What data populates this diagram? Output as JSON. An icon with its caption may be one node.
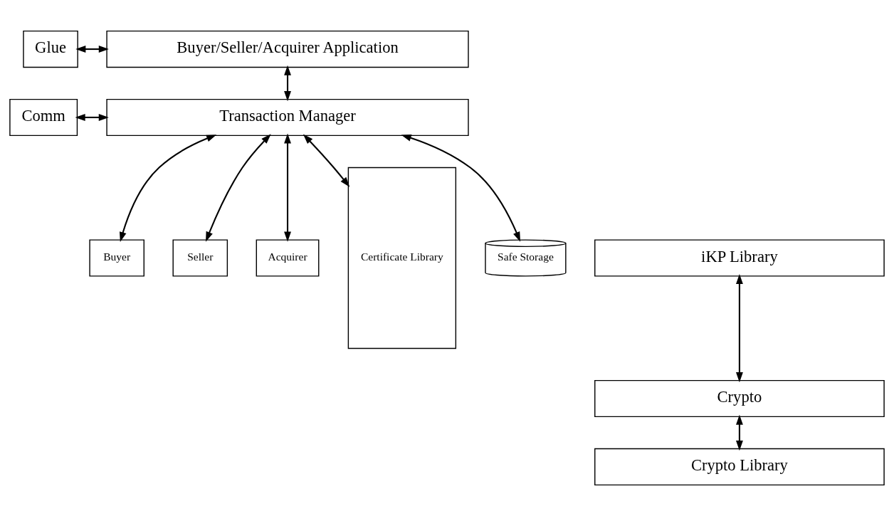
{
  "diagram": {
    "nodes": [
      {
        "text": [
          "Glue"
        ]
      },
      {
        "text": [
          "Buyer/Seller/Acquirer Application"
        ]
      },
      {
        "text": [
          "Comm"
        ]
      },
      {
        "text": [
          "Transaction Manager"
        ]
      },
      {
        "text": [
          "Buyer"
        ]
      },
      {
        "text": [
          "Seller"
        ]
      },
      {
        "text": [
          "Acquirer"
        ]
      },
      {
        "text": [
          "iKP Library"
        ]
      },
      {
        "text": [
          "Certificate Library"
        ]
      },
      {
        "text": [
          "Safe Storage"
        ]
      },
      {
        "text": [
          "Crypto"
        ]
      },
      {
        "text": [
          "Crypto Library"
        ]
      }
    ],
    "edges": [
      {
        "from": 0,
        "to": 1,
        "arrow": "both"
      },
      {
        "from": 1,
        "to": 3,
        "arrow": "both"
      },
      {
        "from": 2,
        "to": 3,
        "arrow": "both"
      },
      {
        "from": 3,
        "to": 9,
        "arrow": "both"
      },
      {
        "from": 3,
        "to": 8,
        "arrow": "both"
      },
      {
        "from": 3,
        "to": 4,
        "arrow": "both"
      },
      {
        "from": 3,
        "to": 5,
        "arrow": "both"
      },
      {
        "from": 3,
        "to": 6,
        "arrow": "both"
      },
      {
        "from": 7,
        "to": 10,
        "arrow": "both"
      },
      {
        "from": 10,
        "to": 11,
        "arrow": "both"
      }
    ]
  }
}
